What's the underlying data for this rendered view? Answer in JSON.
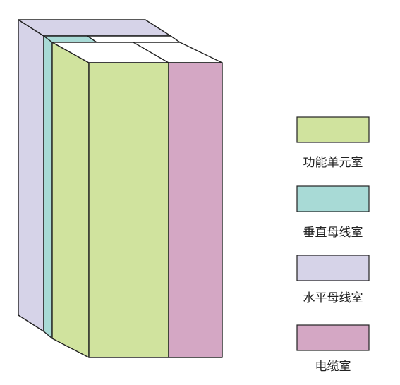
{
  "legend": {
    "items": [
      {
        "key": "functional",
        "label": "功能单元室",
        "color": "#d0e39e"
      },
      {
        "key": "vertical_busbar",
        "label": "垂直母线室",
        "color": "#a8dad6"
      },
      {
        "key": "horizontal_busbar",
        "label": "水平母线室",
        "color": "#d6d3e8"
      },
      {
        "key": "cable",
        "label": "电缆室",
        "color": "#d4a7c4"
      }
    ]
  },
  "colors": {
    "outline": "#222222",
    "top_face": "#ffffff",
    "background": "#ffffff"
  }
}
